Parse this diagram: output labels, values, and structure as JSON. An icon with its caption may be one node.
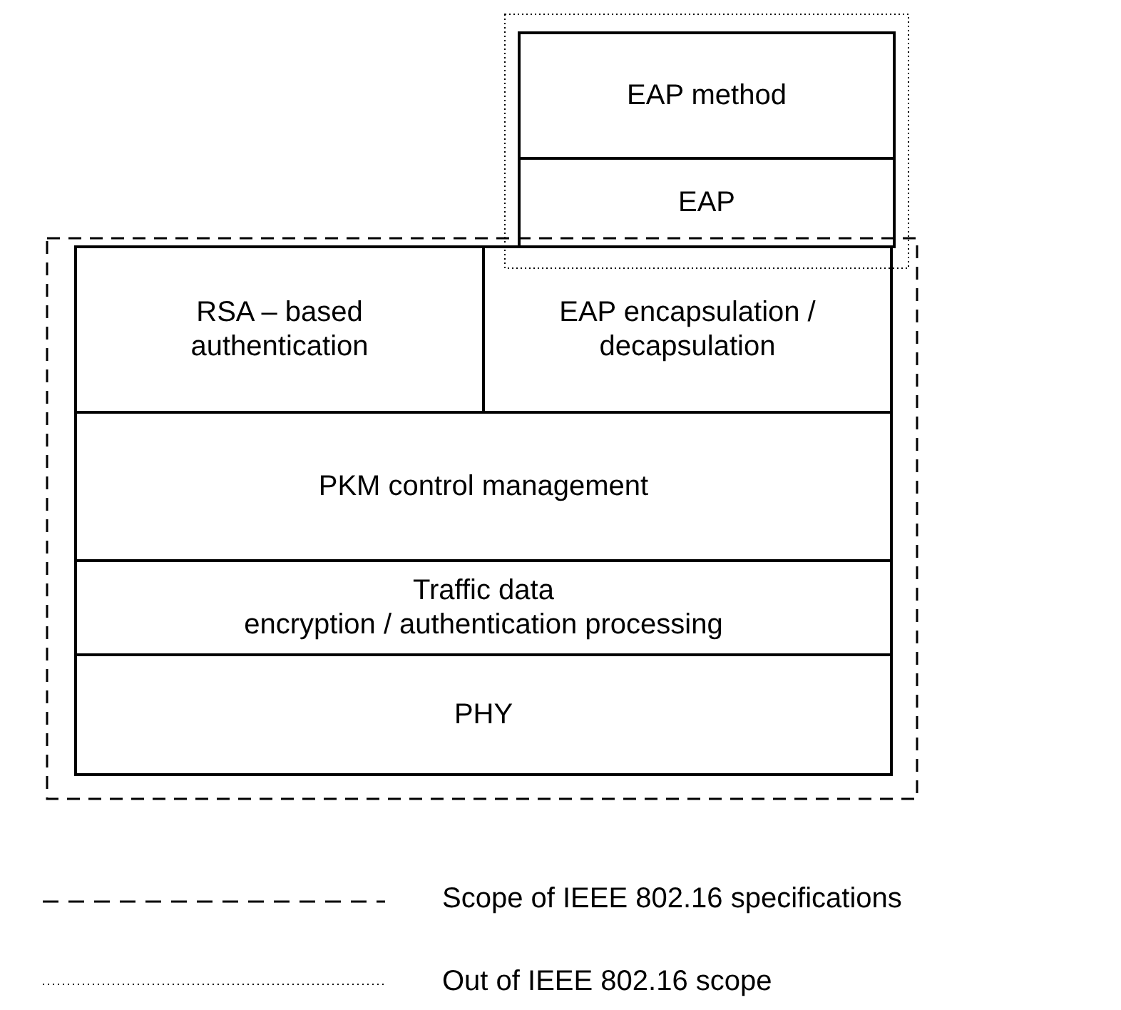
{
  "diagram": {
    "nodes": [
      {
        "text": [
          "EAP method"
        ]
      },
      {
        "text": [
          "EAP"
        ]
      },
      {
        "text": [
          "RSA – based authentication"
        ]
      },
      {
        "text": [
          "EAP encapsulation / decapsulation"
        ]
      },
      {
        "text": [
          "PKM control management"
        ]
      },
      {
        "text": [
          "Traffic data",
          "encryption / authentication processing"
        ]
      },
      {
        "text": [
          "PHY"
        ]
      }
    ],
    "edges": [],
    "legend": [
      {
        "text": "Scope of IEEE 802.16 specifications"
      },
      {
        "text": "Out of IEEE 802.16 scope"
      }
    ]
  }
}
